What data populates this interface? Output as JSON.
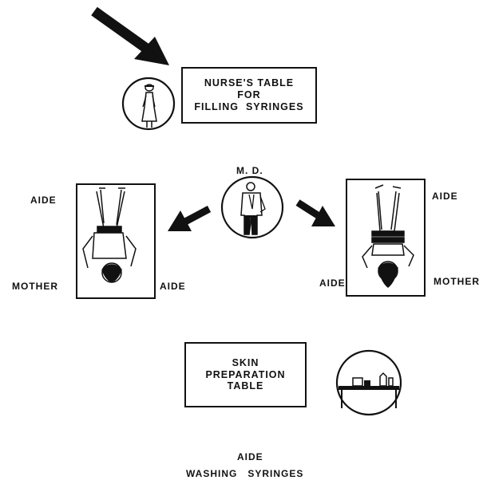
{
  "nurse_table": {
    "lines": [
      "NURSE'S TABLE",
      "FOR",
      "FILLING  SYRINGES"
    ]
  },
  "md_label": "M. D.",
  "left_station": {
    "top_label": "AIDE",
    "bottom_left_label": "MOTHER",
    "bottom_right_label": "AIDE"
  },
  "right_station": {
    "top_label": "AIDE",
    "bottom_left_label": "AIDE",
    "bottom_right_label": "MOTHER"
  },
  "skin_table": {
    "lines": [
      "SKIN",
      "PREPARATION",
      "TABLE"
    ]
  },
  "bottom_labels": {
    "line1": "AIDE",
    "line2": "WASHING   SYRINGES"
  },
  "icons": [
    "entry-arrow-icon",
    "nurse-icon",
    "doctor-icon",
    "child-on-table-icon",
    "table-with-supplies-icon"
  ],
  "colors": {
    "ink": "#111111",
    "background": "#ffffff"
  }
}
